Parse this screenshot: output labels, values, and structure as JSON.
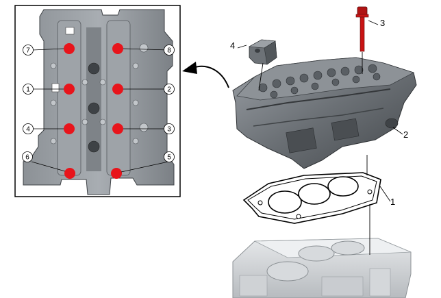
{
  "callouts": {
    "gasket": "1",
    "head": "2",
    "bolt": "3",
    "bracket": "4"
  },
  "sequence": [
    "1",
    "2",
    "3",
    "4",
    "5",
    "6",
    "7",
    "8"
  ],
  "colors": {
    "marker": "#e8141b",
    "metal_dark": "#5d6166",
    "metal_mid": "#8a8f95",
    "metal_light": "#bfc3c7",
    "bolt": "#c81414",
    "outline": "#000000"
  }
}
